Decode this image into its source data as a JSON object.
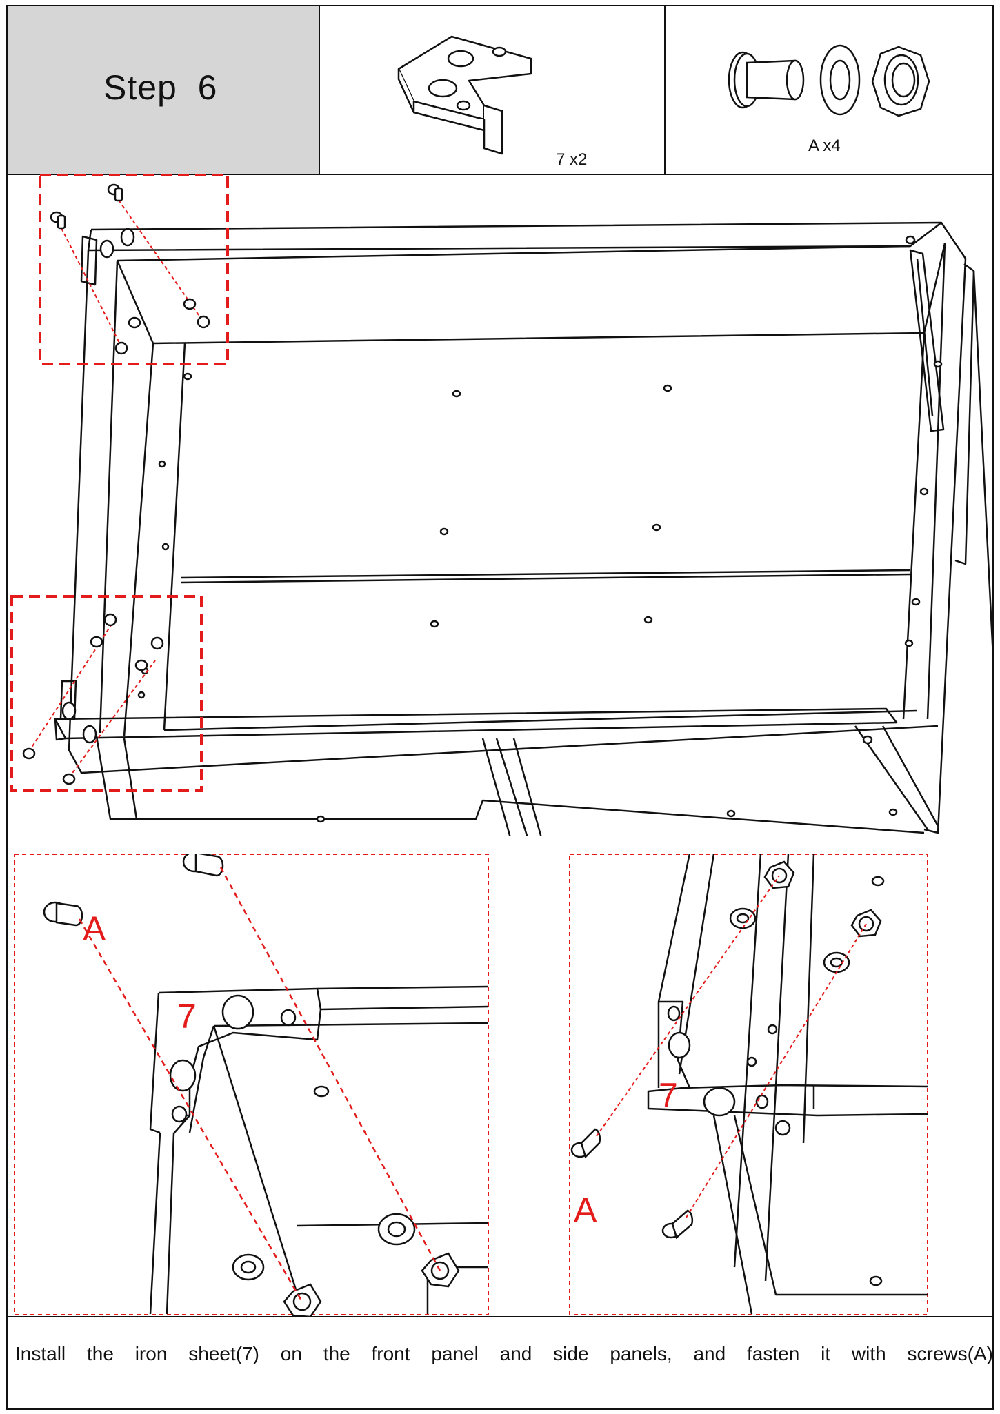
{
  "step": {
    "title": "Step  6"
  },
  "parts": {
    "iron_sheet": {
      "label": "7 x2",
      "icon": "l-bracket-icon"
    },
    "hardware": {
      "label": "A x4",
      "icon": "bolt-washer-nut-icon"
    }
  },
  "callouts": {
    "top_left": {
      "part_letter": "A",
      "part_number": "7"
    },
    "bottom_right": {
      "part_letter": "A",
      "part_number": "7"
    }
  },
  "instruction": "Install the iron sheet(7) on the front panel and side panels, and fasten it with screws(A)",
  "colors": {
    "guide_red": "#e31b1b",
    "header_grey": "#d6d6d6",
    "line": "#111111"
  }
}
